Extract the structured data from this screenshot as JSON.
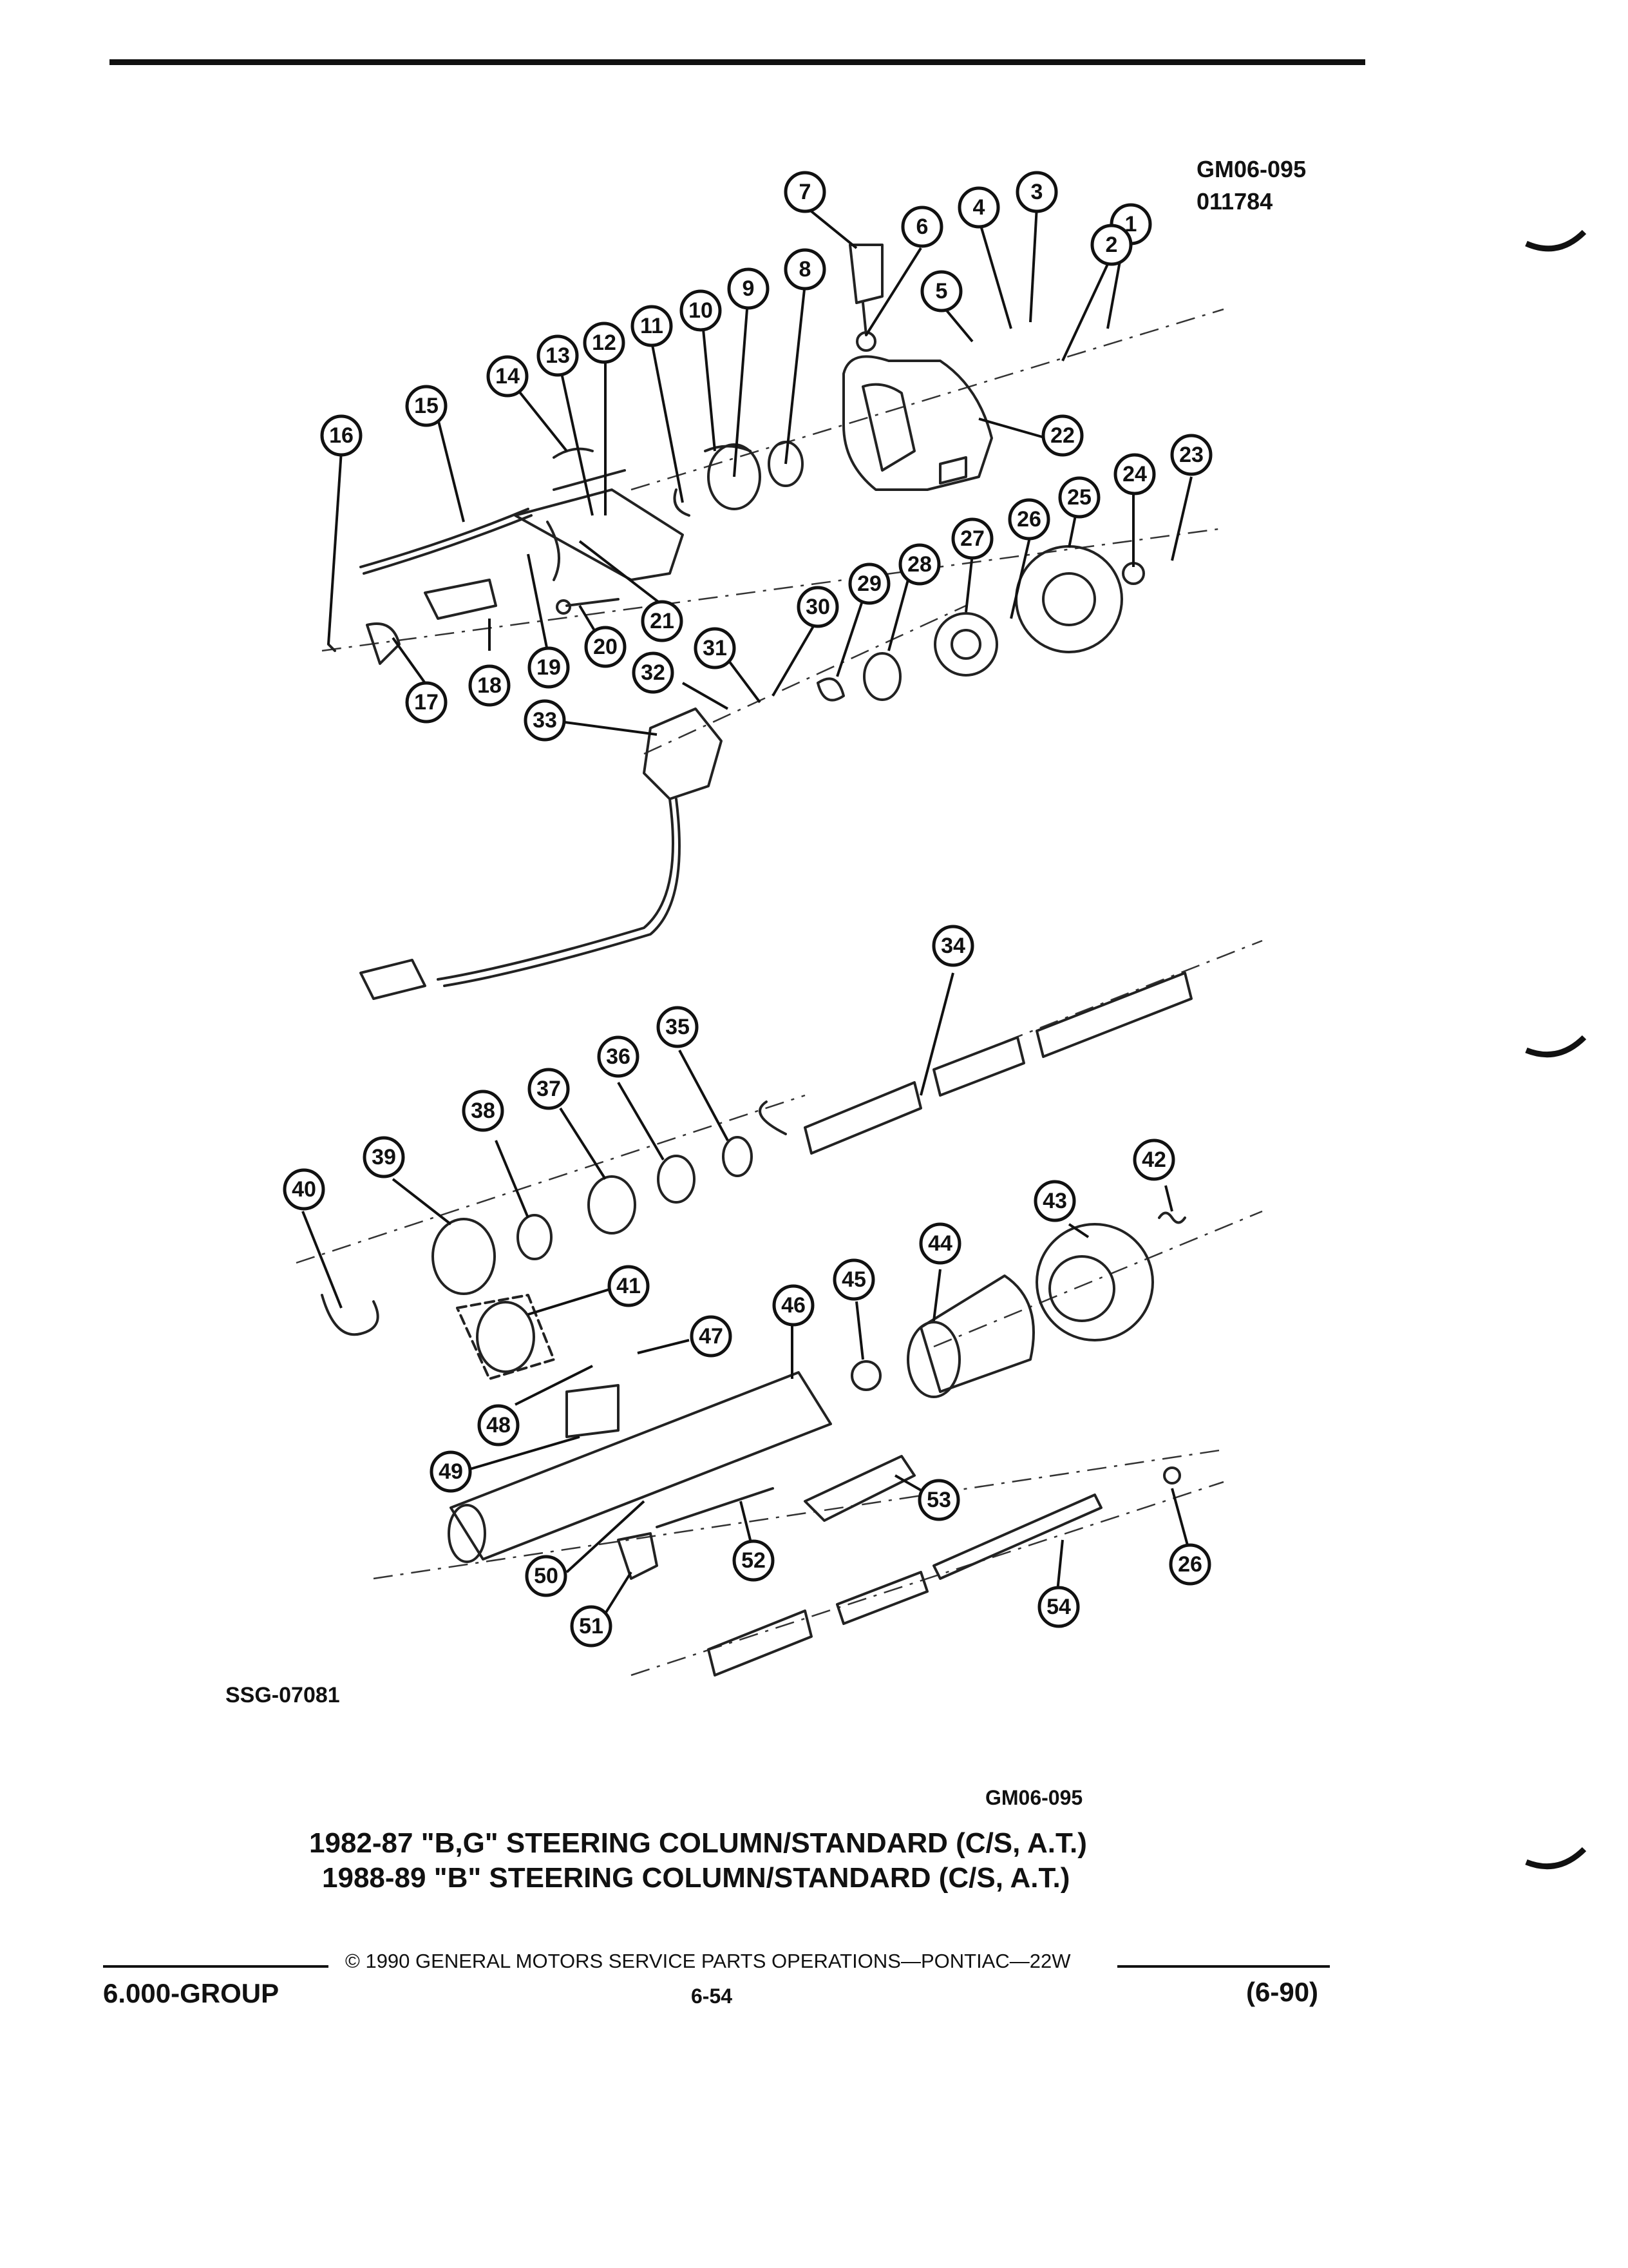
{
  "header": {
    "ref_code": "GM06-095",
    "date_code": "011784"
  },
  "figure_code": "SSG-07081",
  "caption": {
    "ref": "GM06-095",
    "line1": "1982-87 \"B,G\" STEERING COLUMN/STANDARD (C/S, A.T.)",
    "line2": "1988-89 \"B\" STEERING COLUMN/STANDARD (C/S, A.T.)"
  },
  "footer": {
    "copyright": "© 1990 GENERAL MOTORS SERVICE PARTS OPERATIONS—PONTIAC—22W",
    "group": "6.000-GROUP",
    "page": "6-54",
    "revision": "(6-90)"
  },
  "callouts": [
    "1",
    "2",
    "3",
    "4",
    "5",
    "6",
    "7",
    "8",
    "9",
    "10",
    "11",
    "12",
    "13",
    "14",
    "15",
    "16",
    "17",
    "18",
    "19",
    "20",
    "21",
    "22",
    "23",
    "24",
    "25",
    "26",
    "27",
    "28",
    "29",
    "30",
    "31",
    "32",
    "33",
    "34",
    "35",
    "36",
    "37",
    "38",
    "39",
    "40",
    "41",
    "42",
    "43",
    "44",
    "45",
    "46",
    "47",
    "48",
    "49",
    "50",
    "51",
    "52",
    "53",
    "54",
    "26"
  ]
}
